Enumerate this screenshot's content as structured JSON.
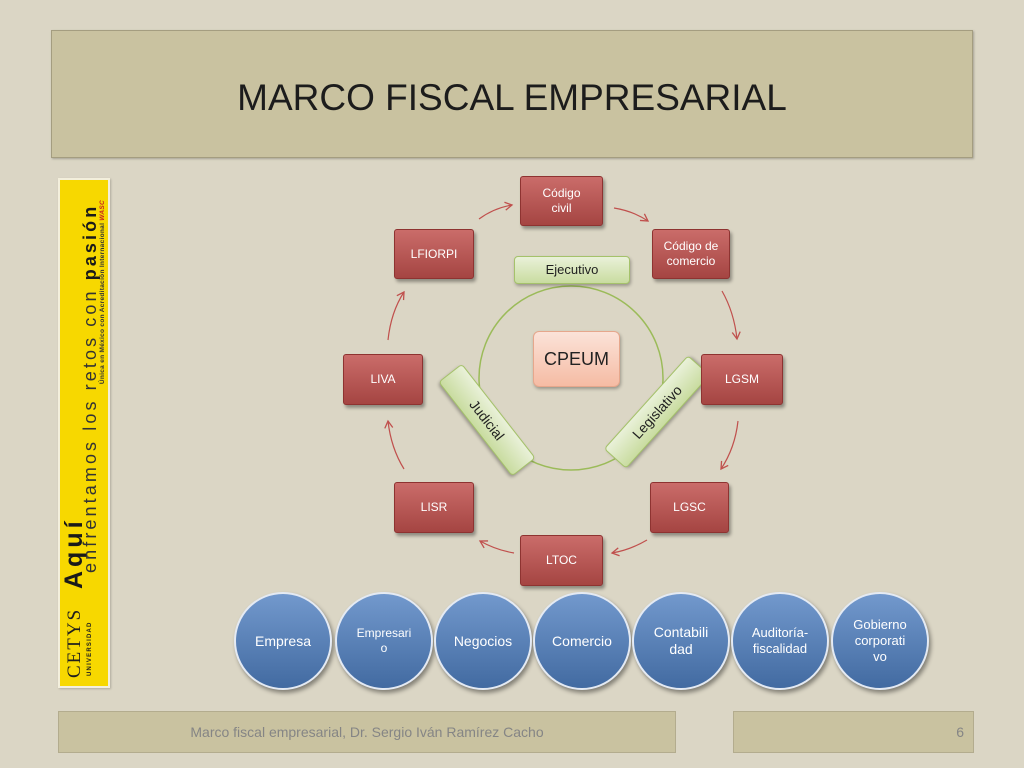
{
  "slide": {
    "title": "MARCO FISCAL EMPRESARIAL",
    "footer_text": "Marco fiscal empresarial, Dr. Sergio Iván Ramírez Cacho",
    "page_number": "6"
  },
  "banner": {
    "logo_name": "CETYS",
    "logo_sub": "UNIVERSIDAD",
    "headline": "Aquí",
    "slogan_prefix": "enfrentamos los retos con ",
    "slogan_emphasis": "pasión",
    "accreditation": "Única en México con Acreditación Internacional",
    "accreditation_mark": "WASC"
  },
  "diagram": {
    "center": "CPEUM",
    "branches": {
      "executive": "Ejecutivo",
      "judicial": "Judicial",
      "legislative": "Legislativo"
    },
    "laws": [
      "Código\ncivil",
      "Código de\ncomercio",
      "LGSM",
      "LGSC",
      "LTOC",
      "LISR",
      "LIVA",
      "LFIORPI"
    ]
  },
  "topics": [
    "Empresa",
    "Empresari\no",
    "Negocios",
    "Comercio",
    "Contabili\ndad",
    "Auditoría-\nfiscalidad",
    "Gobierno\ncorporati\nvo"
  ],
  "colors": {
    "background": "#dbd6c5",
    "panel": "#c9c2a0",
    "banner": "#f7d800",
    "law_box": "#c0504d",
    "branch_box": "#c9dca0",
    "center_box": "#f5b89f",
    "topic_circle": "#4f7fc0",
    "arrow": "#c0504d",
    "circle_outline": "#9bbb59"
  }
}
